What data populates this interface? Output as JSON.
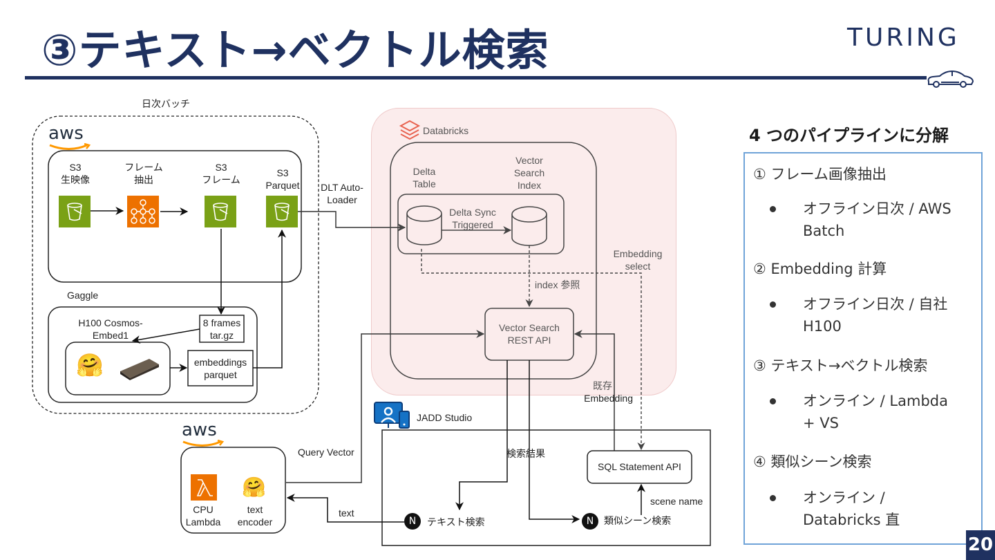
{
  "header": {
    "title": "③テキスト→ベクトル検索",
    "logo": "TURING",
    "logo_icon": "car-icon"
  },
  "diagram": {
    "batch_label": "日次バッチ",
    "aws_logo": "aws",
    "aws_pipeline": {
      "s3_raw": {
        "line1": "S3",
        "line2": "生映像",
        "icon": "s3-bucket-icon"
      },
      "frame_extract": {
        "line1": "フレーム",
        "line2": "抽出",
        "icon": "step-functions-icon"
      },
      "s3_frames": {
        "line1": "S3",
        "line2": "フレーム",
        "icon": "s3-bucket-icon"
      },
      "s3_parquet": {
        "line1": "S3",
        "line2": "Parquet",
        "icon": "s3-bucket-icon"
      }
    },
    "gaggle": {
      "label": "Gaggle",
      "model_label_1": "H100 Cosmos-",
      "model_label_2": "Embed1",
      "frames_box_1": "8 frames",
      "frames_box_2": "tar.gz",
      "embeddings_box_1": "embeddings",
      "embeddings_box_2": "parquet",
      "icons": [
        "huggingface-icon",
        "gpu-icon"
      ]
    },
    "dlt_label_1": "DLT Auto-",
    "dlt_label_2": "Loader",
    "databricks": {
      "label": "Databricks",
      "icon": "databricks-icon",
      "delta_table_1": "Delta",
      "delta_table_2": "Table",
      "vs_index_1": "Vector",
      "vs_index_2": "Search",
      "vs_index_3": "Index",
      "delta_sync_1": "Delta Sync",
      "delta_sync_2": "Triggered",
      "index_ref": "index 参照",
      "rest_api_1": "Vector Search",
      "rest_api_2": "REST API",
      "embedding_select_1": "Embedding",
      "embedding_select_2": "select",
      "existing_embedding_1": "既存",
      "existing_embedding_2": "Embedding"
    },
    "jadd": {
      "label": "JADD Studio",
      "icon": "jadd-studio-icon",
      "search_results": "検索結果",
      "sql_api": "SQL Statement API",
      "scene_name": "scene name",
      "text_search": "テキスト検索",
      "similar_scene_search": "類似シーン検索",
      "nextjs_icon": "N"
    },
    "lambda": {
      "aws_logo": "aws",
      "cpu_1": "CPU",
      "cpu_2": "Lambda",
      "encoder_1": "text",
      "encoder_2": "encoder",
      "query_vector": "Query Vector",
      "text": "text"
    }
  },
  "sidebar": {
    "title": "4 つのパイプラインに分解",
    "items": [
      {
        "heading": "① フレーム画像抽出",
        "bullet_1": "オフライン日次 / AWS",
        "bullet_2": "Batch"
      },
      {
        "heading": "② Embedding 計算",
        "bullet_1": "オフライン日次 / 自社",
        "bullet_2": "H100"
      },
      {
        "heading": "③ テキスト→ベクトル検索",
        "bullet_1": "オンライン / Lambda",
        "bullet_2": "+ VS"
      },
      {
        "heading": "④ 類似シーン検索",
        "bullet_1": "オンライン /",
        "bullet_2": "Databricks 直"
      }
    ]
  },
  "page_number": "20"
}
